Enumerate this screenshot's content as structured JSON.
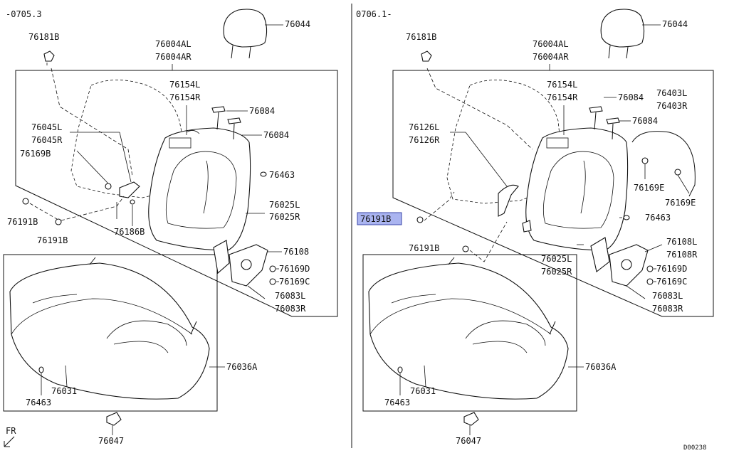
{
  "panels": [
    {
      "period": "-0705.3",
      "labels": {
        "p76181b": "76181B",
        "p76004al": "76004AL",
        "p76004ar": "76004AR",
        "p76044": "76044",
        "p76154l": "76154L",
        "p76154r": "76154R",
        "p76084a": "76084",
        "p76084b": "76084",
        "p76045l": "76045L",
        "p76045r": "76045R",
        "p76169b": "76169B",
        "p76463a": "76463",
        "p76025l": "76025L",
        "p76025r": "76025R",
        "p76191b_1": "76191B",
        "p76191b_2": "76191B",
        "p76186b": "76186B",
        "p76108": "76108",
        "p76169d": "76169D",
        "p76169c": "76169C",
        "p76083l": "76083L",
        "p76083r": "76083R",
        "p76036a": "76036A",
        "p76031": "76031",
        "p76463b": "76463",
        "p76047": "76047"
      }
    },
    {
      "period": "0706.1-",
      "labels": {
        "p76181b": "76181B",
        "p76004al": "76004AL",
        "p76004ar": "76004AR",
        "p76044": "76044",
        "p76154l": "76154L",
        "p76154r": "76154R",
        "p76084a": "76084",
        "p76084b": "76084",
        "p76403l": "76403L",
        "p76403r": "76403R",
        "p76126l": "76126L",
        "p76126r": "76126R",
        "p76169e_1": "76169E",
        "p76169e_2": "76169E",
        "p76191b_hl": "76191B",
        "p76463a": "76463",
        "p76191b_2": "76191B",
        "p76025l": "76025L",
        "p76025r": "76025R",
        "p76108l": "76108L",
        "p76108r": "76108R",
        "p76169d": "76169D",
        "p76169c": "76169C",
        "p76083l": "76083L",
        "p76083r": "76083R",
        "p76036a": "76036A",
        "p76031": "76031",
        "p76463b": "76463",
        "p76047": "76047"
      }
    }
  ],
  "front_marker": "FR",
  "diagram_code": "D00238",
  "colors": {
    "line": "#111111",
    "highlight": "#aab4f0",
    "highlight_border": "#3a46a8"
  }
}
